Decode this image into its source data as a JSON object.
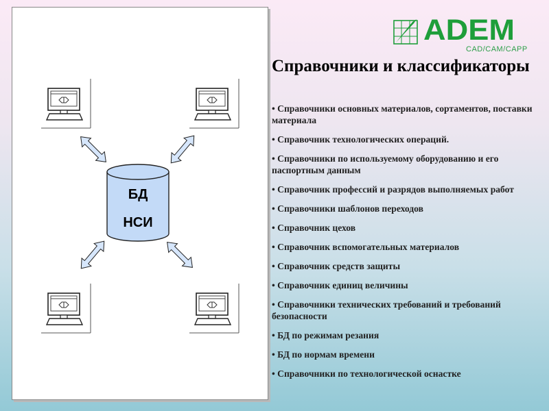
{
  "logo": {
    "name": "ADEM",
    "tagline": "CAD/CAM/CAPP"
  },
  "title": "Справочники и классификаторы",
  "diagram": {
    "database": {
      "line1": "БД",
      "line2": "НСИ"
    }
  },
  "items": [
    "• Справочники основных материалов, сортаментов, поставки материала",
    "• Справочник технологических операций.",
    "• Справочники по используемому оборудованию и его паспортным данным",
    "• Справочник профессий и разрядов выполняемых работ",
    "• Справочники шаблонов переходов",
    "• Справочник цехов",
    "• Справочник вспомогательных материалов",
    "• Справочник средств защиты",
    "• Справочник единиц величины",
    "• Справочники технических требований и требований безопасности",
    "• БД по режимам резания",
    "• БД по нормам времени",
    "• Справочники по технологической оснастке"
  ],
  "colors": {
    "brand": "#1e9e3a",
    "db_fill": "#c3daf7",
    "arrow_fill": "#d6e6fb"
  },
  "icons": [
    "computer-icon",
    "database-icon",
    "double-arrow-icon"
  ]
}
